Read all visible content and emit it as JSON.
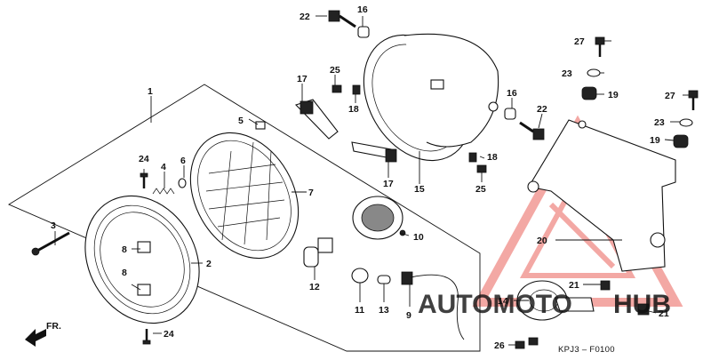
{
  "diagram": {
    "code": "KPJ3 – F0100",
    "front_marker": "FR.",
    "labels": [
      {
        "id": "1",
        "text": "1"
      },
      {
        "id": "2",
        "text": "2"
      },
      {
        "id": "3",
        "text": "3"
      },
      {
        "id": "4",
        "text": "4"
      },
      {
        "id": "5",
        "text": "5"
      },
      {
        "id": "6",
        "text": "6"
      },
      {
        "id": "7",
        "text": "7"
      },
      {
        "id": "8a",
        "text": "8"
      },
      {
        "id": "8b",
        "text": "8"
      },
      {
        "id": "9",
        "text": "9"
      },
      {
        "id": "10",
        "text": "10"
      },
      {
        "id": "11",
        "text": "11"
      },
      {
        "id": "12",
        "text": "12"
      },
      {
        "id": "13",
        "text": "13"
      },
      {
        "id": "14",
        "text": "14"
      },
      {
        "id": "15",
        "text": "15"
      },
      {
        "id": "16a",
        "text": "16"
      },
      {
        "id": "16b",
        "text": "16"
      },
      {
        "id": "17a",
        "text": "17"
      },
      {
        "id": "17b",
        "text": "17"
      },
      {
        "id": "18a",
        "text": "18"
      },
      {
        "id": "18b",
        "text": "18"
      },
      {
        "id": "19a",
        "text": "19"
      },
      {
        "id": "19b",
        "text": "19"
      },
      {
        "id": "20",
        "text": "20"
      },
      {
        "id": "21a",
        "text": "21"
      },
      {
        "id": "21b",
        "text": "21"
      },
      {
        "id": "22a",
        "text": "22"
      },
      {
        "id": "22b",
        "text": "22"
      },
      {
        "id": "23a",
        "text": "23"
      },
      {
        "id": "23b",
        "text": "23"
      },
      {
        "id": "24a",
        "text": "24"
      },
      {
        "id": "24b",
        "text": "24"
      },
      {
        "id": "25a",
        "text": "25"
      },
      {
        "id": "25b",
        "text": "25"
      },
      {
        "id": "26",
        "text": "26"
      },
      {
        "id": "27a",
        "text": "27"
      },
      {
        "id": "27b",
        "text": "27"
      }
    ]
  },
  "watermark": {
    "part1": "AUTOMOTO",
    "part2": "HUB",
    "color_primary": "#f2a9a5",
    "color_secondary": "#f3c56a"
  },
  "colors": {
    "line": "#111111",
    "background": "#ffffff"
  }
}
